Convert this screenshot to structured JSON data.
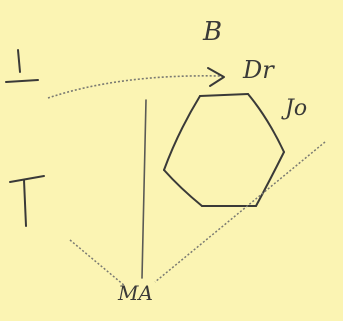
{
  "labels": {
    "b": "B",
    "dr": "Dr",
    "jo": "Jo",
    "ma": "MA"
  },
  "colors": {
    "paper": "#fbf4b3",
    "ink": "#3a3a38",
    "dotted": "#7a7a72"
  }
}
